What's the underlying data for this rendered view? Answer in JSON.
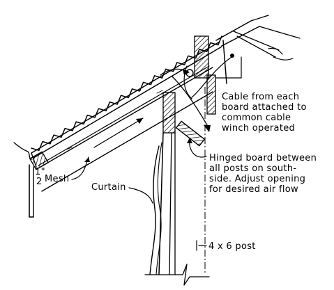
{
  "labels": {
    "cable_note": [
      "Cable from each",
      "board attached to",
      "common cable",
      "winch operated"
    ],
    "hinged_note": [
      "Hinged board between",
      "all posts on south-",
      "side. Adjust opening",
      "for desired air flow"
    ],
    "mesh": "Mesh",
    "mesh_size_whole": "1\"",
    "mesh_size_half": "2",
    "curtain": "Curtain",
    "post": "4 x 6 post"
  },
  "colors": {
    "ink": "#000000",
    "background": "#ffffff"
  }
}
